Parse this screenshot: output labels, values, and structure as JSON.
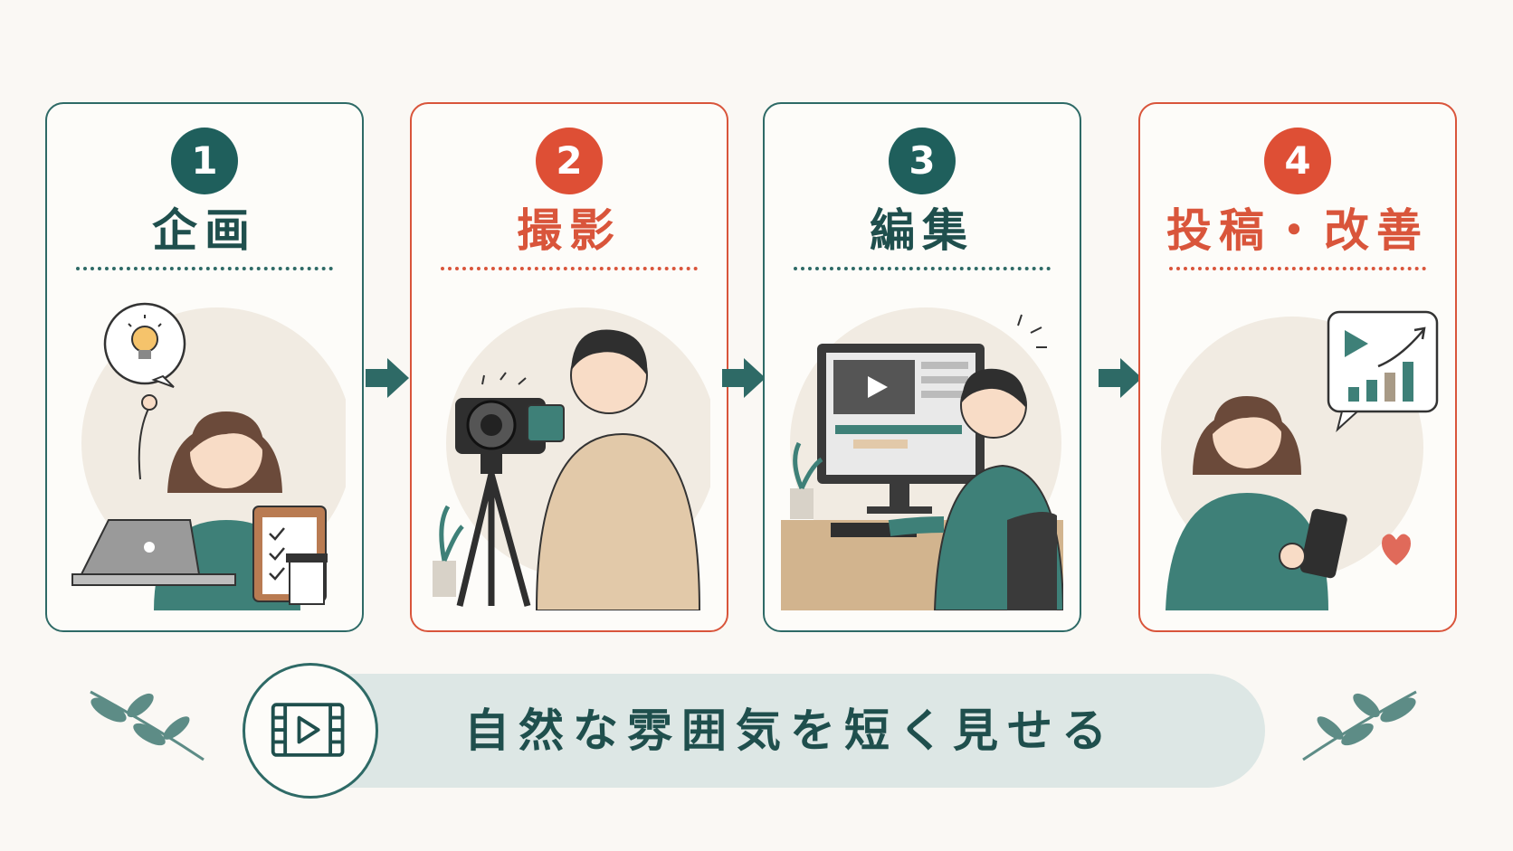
{
  "steps": [
    {
      "number": "1",
      "title": "企画",
      "accent": "#2e6a66"
    },
    {
      "number": "2",
      "title": "撮影",
      "accent": "#d9553b"
    },
    {
      "number": "3",
      "title": "編集",
      "accent": "#2e6a66"
    },
    {
      "number": "4",
      "title": "投稿・改善",
      "accent": "#d9553b"
    }
  ],
  "banner": {
    "text": "自然な雰囲気を短く見せる",
    "icon": "film-play-icon"
  },
  "colors": {
    "teal": "#1f5f5c",
    "orange": "#de4f35",
    "banner": "#dde7e5",
    "background": "#faf8f4"
  }
}
